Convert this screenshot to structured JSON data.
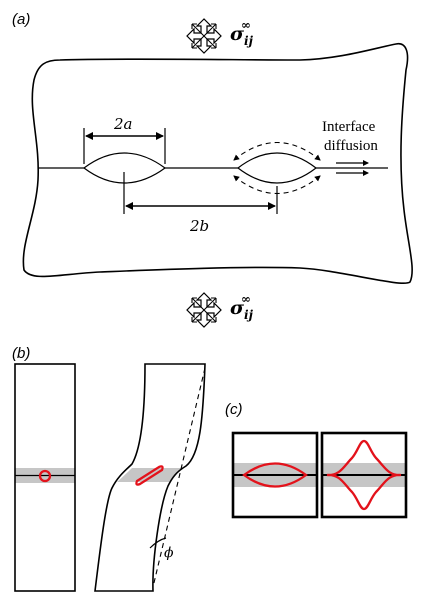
{
  "panels": {
    "a": {
      "label": "(a)"
    },
    "b": {
      "label": "(b)"
    },
    "c": {
      "label": "(c)"
    }
  },
  "stress": {
    "symbol": "σ",
    "subscript": "ij",
    "superscript": "∞"
  },
  "dimensions": {
    "half_width": "2a",
    "spacing": "2b"
  },
  "annotations": {
    "interface_line1": "Interface",
    "interface_line2": "diffusion",
    "angle": "ϕ"
  },
  "colors": {
    "cavity": "#e3121b",
    "interface_band": "#c6c6c6",
    "line": "#000000"
  },
  "icons": [
    "four-way-arrow-icon"
  ]
}
